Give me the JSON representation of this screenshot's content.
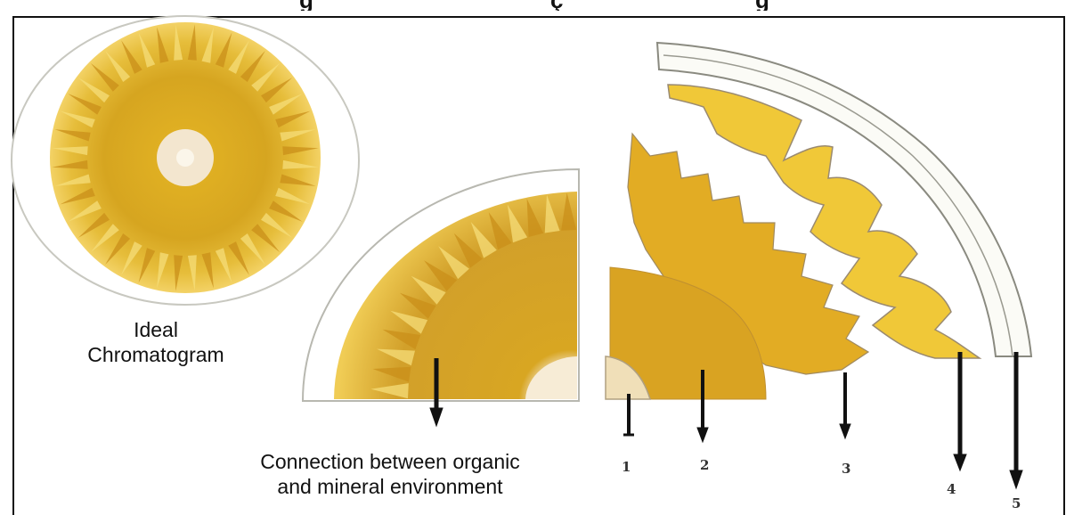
{
  "figure": {
    "title_fragment_left": "g",
    "title_fragment_mid": "ç",
    "title_fragment_right": "g",
    "ideal_label_line1": "Ideal",
    "ideal_label_line2": "Chromatogram",
    "connection_label_line1": "Connection between organic",
    "connection_label_line2": "and mineral environment",
    "zones": [
      "1",
      "2",
      "3",
      "4",
      "5"
    ]
  },
  "colors": {
    "gold": "#e0b023",
    "gold_dark": "#b8860b",
    "gold_light": "#f3d266",
    "center": "#f3e6cf",
    "outline": "#9a9a8a"
  }
}
